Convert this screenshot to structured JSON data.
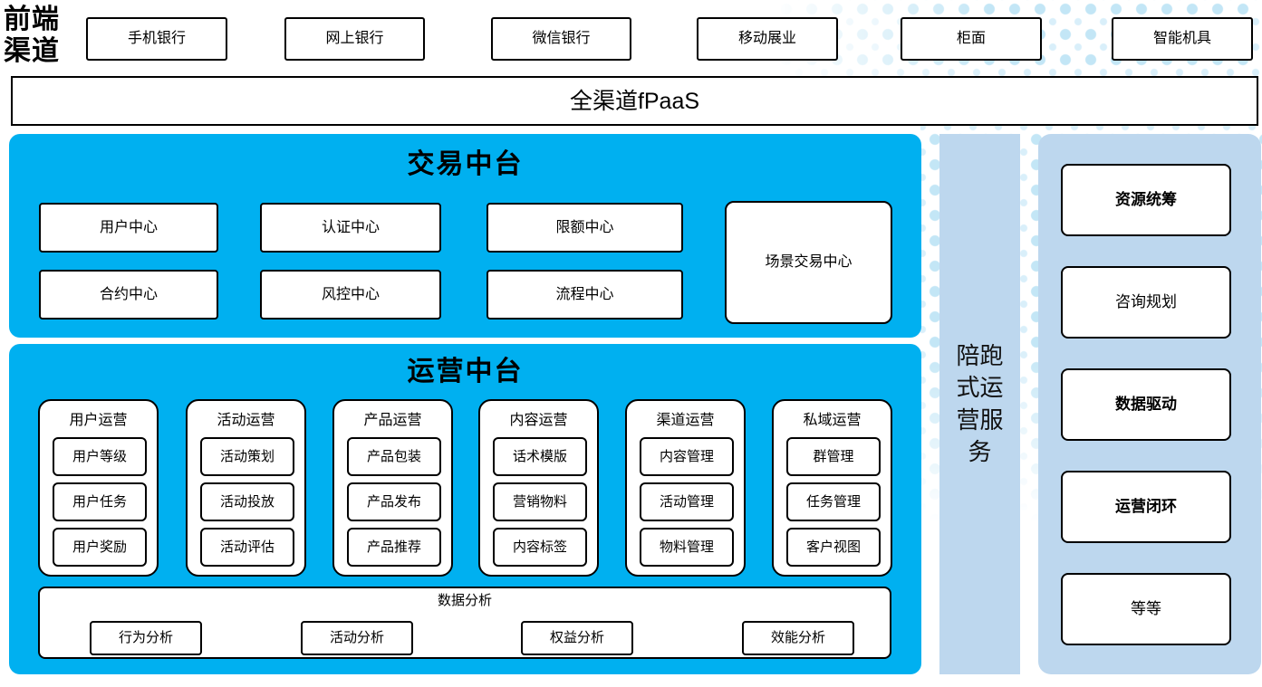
{
  "front_channels": {
    "label": "前端\n渠道",
    "items": [
      "手机银行",
      "网上银行",
      "微信银行",
      "移动展业",
      "柜面",
      "智能机具"
    ]
  },
  "fpaas": {
    "label": "全渠道fPaaS"
  },
  "transaction": {
    "title": "交易中台",
    "row1": [
      "用户中心",
      "认证中心",
      "限额中心"
    ],
    "row2": [
      "合约中心",
      "风控中心",
      "流程中心"
    ],
    "scenario": "场景交易中心"
  },
  "operation": {
    "title": "运营中台",
    "groups": [
      {
        "title": "用户运营",
        "items": [
          "用户等级",
          "用户任务",
          "用户奖励"
        ]
      },
      {
        "title": "活动运营",
        "items": [
          "活动策划",
          "活动投放",
          "活动评估"
        ]
      },
      {
        "title": "产品运营",
        "items": [
          "产品包装",
          "产品发布",
          "产品推荐"
        ]
      },
      {
        "title": "内容运营",
        "items": [
          "话术模版",
          "营销物料",
          "内容标签"
        ]
      },
      {
        "title": "渠道运营",
        "items": [
          "内容管理",
          "活动管理",
          "物料管理"
        ]
      },
      {
        "title": "私域运营",
        "items": [
          "群管理",
          "任务管理",
          "客户视图"
        ]
      }
    ],
    "analysis": {
      "title": "数据分析",
      "items": [
        "行为分析",
        "活动分析",
        "权益分析",
        "效能分析"
      ]
    }
  },
  "companion_bar": {
    "label": "陪跑式运营服务"
  },
  "services": {
    "items": [
      "资源统筹",
      "咨询规划",
      "数据驱动",
      "运营闭环",
      "等等"
    ]
  },
  "colors": {
    "accent_blue": "#00B0F0",
    "light_blue": "#BDD7EE",
    "dot_blue": "#C3E6F6",
    "border_black": "#000000"
  }
}
